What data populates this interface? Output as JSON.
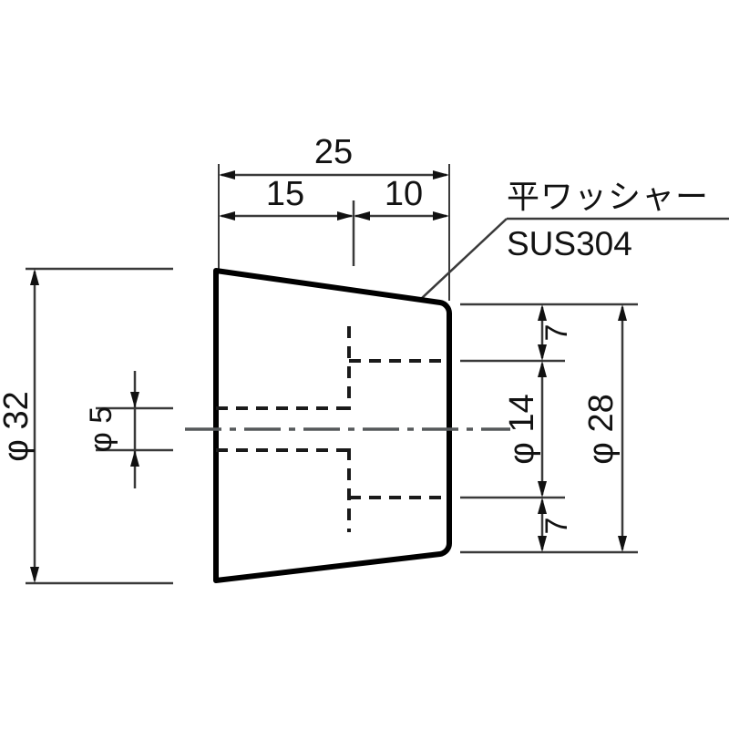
{
  "drawing": {
    "title": "Tapered rubber bumper cross-section drawing",
    "background_color": "#ffffff",
    "line_color": "#1a1a1a",
    "outline_color": "#000000",
    "dimensions": {
      "overall_length": "25",
      "left_segment": "15",
      "right_segment": "10",
      "large_diameter": "φ 32",
      "bore_diameter": "φ 5",
      "washer_outer_diameter": "φ 28",
      "washer_inner_diameter": "φ 14",
      "washer_edge_top": "7",
      "washer_edge_bottom": "7"
    },
    "callout": {
      "part_name": "平ワッシャー",
      "material": "SUS304"
    }
  }
}
